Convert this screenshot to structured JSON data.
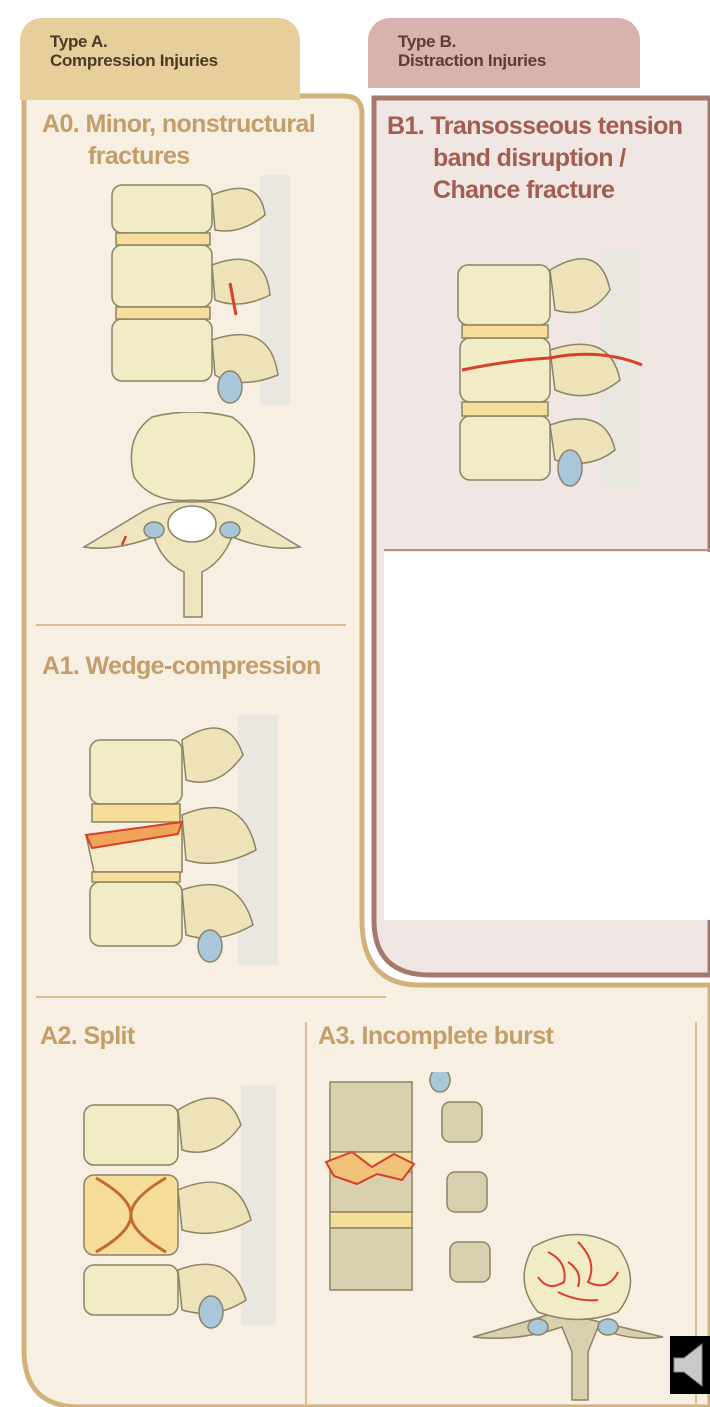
{
  "typeA": {
    "tab_line1": "Type A.",
    "tab_line2": "Compression Injuries",
    "sections": {
      "a0": {
        "code": "A0.",
        "line1": "Minor, nonstructural",
        "line2": "fractures"
      },
      "a1": {
        "code": "A1.",
        "line1": "Wedge-compression"
      },
      "a2": {
        "code": "A2.",
        "line1": "Split"
      },
      "a3": {
        "code": "A3.",
        "line1": "Incomplete burst"
      }
    }
  },
  "typeB": {
    "tab_line1": "Type B.",
    "tab_line2": "Distraction Injuries",
    "sections": {
      "b1": {
        "code": "B1.",
        "line1": "Transosseous tension",
        "line2": "band disruption /",
        "line3": "Chance fracture"
      }
    }
  },
  "colors": {
    "typeA_accent": "#c49e6a",
    "typeA_tab": "#e7cf9c",
    "typeB_accent": "#a25f50",
    "typeB_tab": "#d8b2ac",
    "bone": "#f1ebc6",
    "fracture": "#d8402a",
    "disc": "#a9c7da"
  },
  "icons": {
    "speaker": "speaker-icon"
  }
}
